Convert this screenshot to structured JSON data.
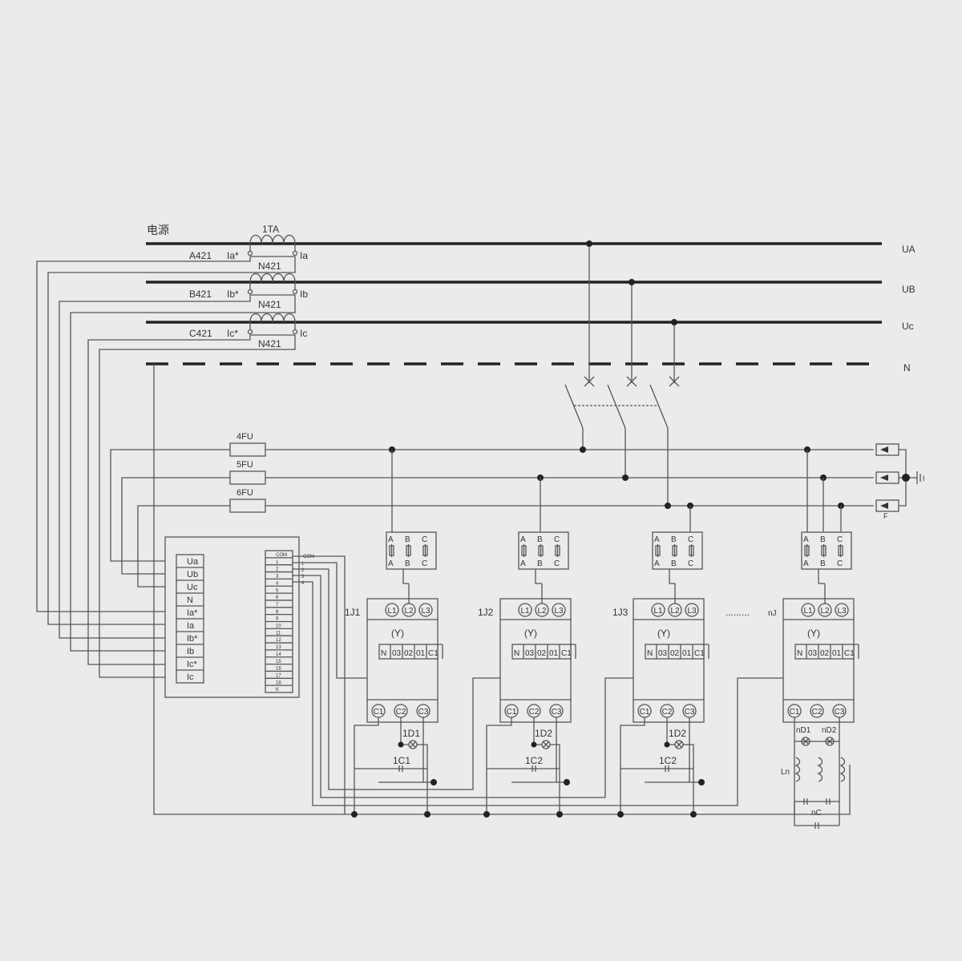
{
  "title": "电源",
  "ct_label": "1TA",
  "phases": [
    {
      "left": "A421",
      "star": "Ia*",
      "n": "N421",
      "out": "Ia",
      "bus": "UA"
    },
    {
      "left": "B421",
      "star": "Ib*",
      "n": "N421",
      "out": "Ib",
      "bus": "UB"
    },
    {
      "left": "C421",
      "star": "Ic*",
      "n": "N421",
      "out": "Ic",
      "bus": "Uc"
    }
  ],
  "neutral_label": "N",
  "fuses": [
    "4FU",
    "5FU",
    "6FU"
  ],
  "arrester_label": "F",
  "ground_label": "I",
  "controller_inputs": [
    "Ua",
    "Ub",
    "Uc",
    "N",
    "Ia*",
    "Ia",
    "Ib*",
    "Ib",
    "Ic*",
    "Ic"
  ],
  "controller_outputs": [
    "COM",
    "1",
    "2",
    "3",
    "4",
    "5",
    "6",
    "7",
    "8",
    "9",
    "10",
    "11",
    "12",
    "13",
    "14",
    "15",
    "16",
    "17",
    "18",
    "K"
  ],
  "com_label": "COM",
  "com_pins": [
    "1",
    "2",
    "3",
    "4"
  ],
  "fuse_block_top": [
    "A",
    "B",
    "C"
  ],
  "fuse_block_bottom": [
    "A",
    "B",
    "C"
  ],
  "contactor_top": [
    "L1",
    "L2",
    "L3"
  ],
  "contactor_mid": "(Y)",
  "contactor_pins": [
    "N",
    "03",
    "02",
    "01",
    "C1"
  ],
  "contactor_bottom": [
    "C1",
    "C2",
    "C3"
  ],
  "units": [
    {
      "name": "1J1",
      "lamp": "1D1",
      "cap": "1C1"
    },
    {
      "name": "1J2",
      "lamp": "1D2",
      "cap": "1C2"
    },
    {
      "name": "1J3",
      "lamp": "1D2",
      "cap": "1C2"
    },
    {
      "name": "nJ",
      "lamp1": "nD1",
      "lamp2": "nD2",
      "reactor": "Ln",
      "cap": "nC"
    }
  ]
}
